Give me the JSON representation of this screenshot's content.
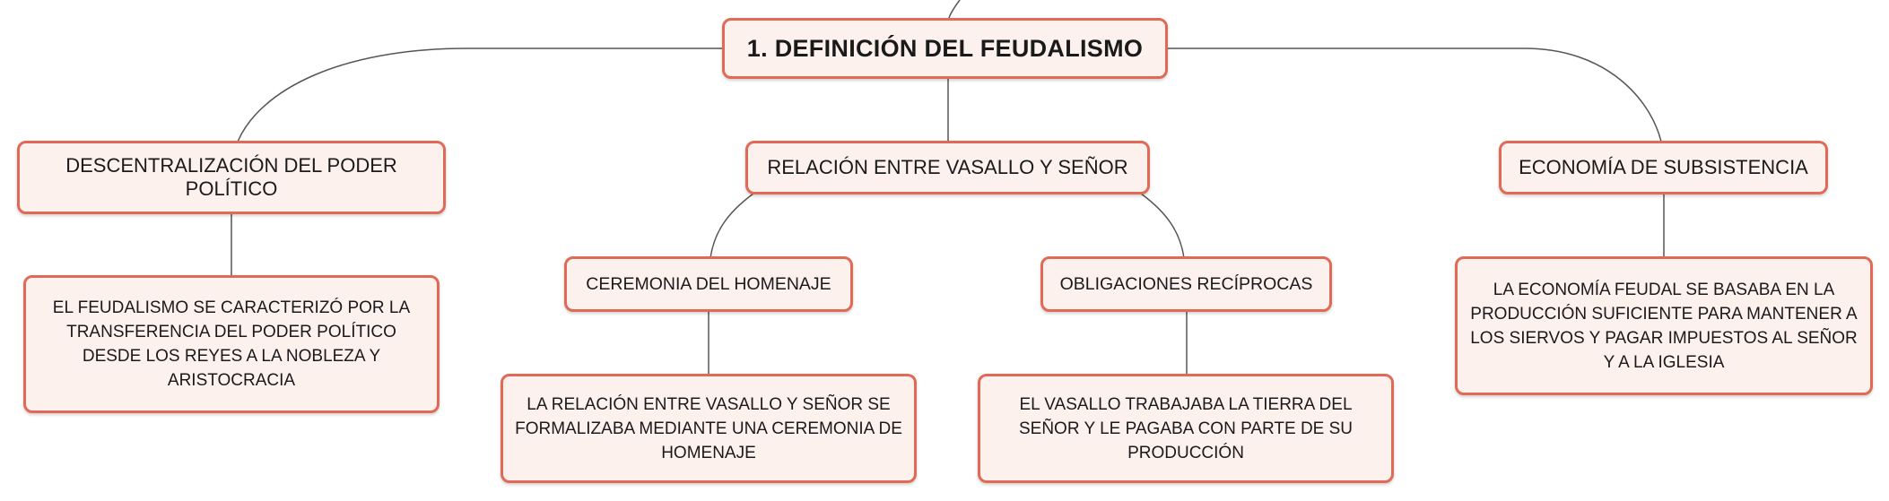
{
  "diagram": {
    "root": "1. DEFINICIÓN DEL FEUDALISMO",
    "branches": [
      {
        "label": "DESCENTRALIZACIÓN DEL PODER POLÍTICO",
        "detail": "EL FEUDALISMO SE CARACTERIZÓ POR LA TRANSFERENCIA DEL PODER POLÍTICO DESDE LOS REYES A LA NOBLEZA Y ARISTOCRACIA"
      },
      {
        "label": "RELACIÓN ENTRE VASALLO Y SEÑOR",
        "children": [
          {
            "label": "CEREMONIA DEL HOMENAJE",
            "detail": "LA RELACIÓN ENTRE VASALLO Y SEÑOR SE FORMALIZABA MEDIANTE UNA CEREMONIA DE HOMENAJE"
          },
          {
            "label": "OBLIGACIONES RECÍPROCAS",
            "detail": "EL VASALLO TRABAJABA LA TIERRA DEL SEÑOR Y LE PAGABA CON PARTE DE SU PRODUCCIÓN"
          }
        ]
      },
      {
        "label": "ECONOMÍA DE SUBSISTENCIA",
        "detail": "LA ECONOMÍA FEUDAL SE BASABA EN LA PRODUCCIÓN SUFICIENTE PARA MANTENER A LOS SIERVOS Y PAGAR IMPUESTOS AL SEÑOR Y A LA IGLESIA"
      }
    ]
  },
  "colors": {
    "border": "#e06a55",
    "fill": "#fdf1ee",
    "line": "#555555"
  }
}
